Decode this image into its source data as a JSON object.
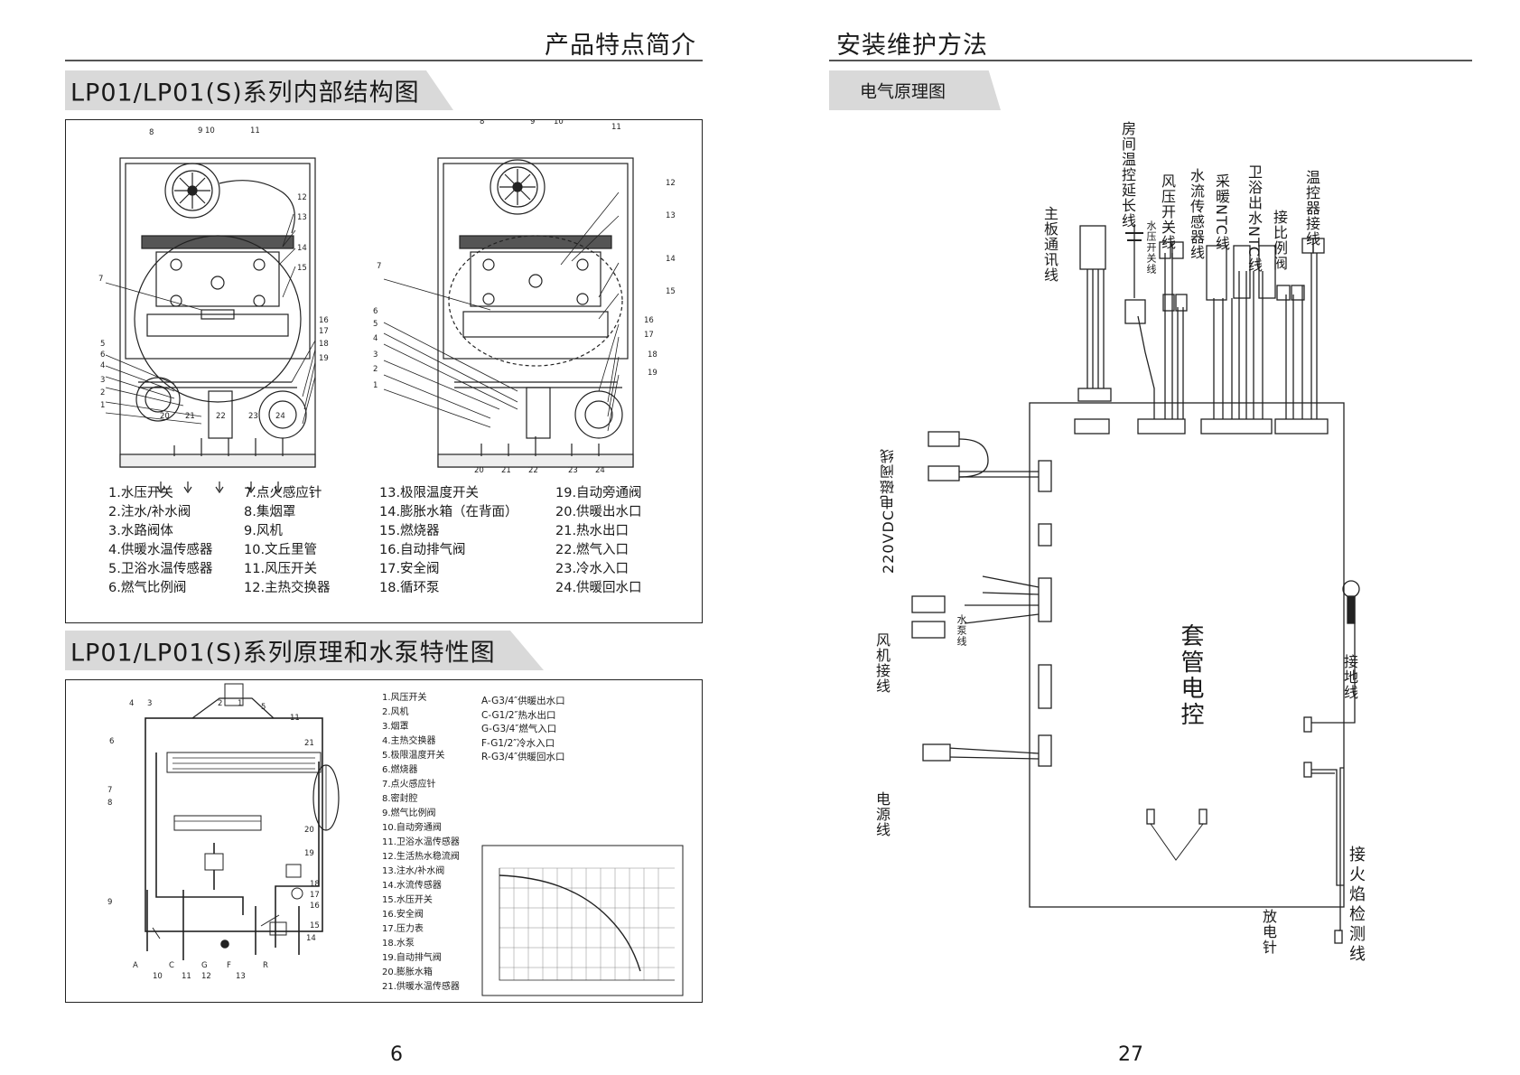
{
  "left_page": {
    "header": "产品特点简介",
    "section1_title": "LP01/LP01(S)系列内部结构图",
    "section2_title": "LP01/LP01(S)系列原理和水泵特性图",
    "structure_legend": [
      "1.水压开关",
      "7.点火感应针",
      "13.极限温度开关",
      "19.自动旁通阀",
      "2.注水/补水阀",
      "8.集烟罩",
      "14.膨胀水箱（在背面）",
      "20.供暖出水口",
      "3.水路阀体",
      "9.风机",
      "15.燃烧器",
      "21.热水出口",
      "4.供暖水温传感器",
      "10.文丘里管",
      "16.自动排气阀",
      "22.燃气入口",
      "5.卫浴水温传感器",
      "11.风压开关",
      "17.安全阀",
      "23.冷水入口",
      "6.燃气比例阀",
      "12.主热交换器",
      "18.循环泵",
      "24.供暖回水口"
    ],
    "principle_parts": [
      "1.风压开关",
      "2.风机",
      "3.烟罩",
      "4.主热交换器",
      "5.极限温度开关",
      "6.燃烧器",
      "7.点火感应针",
      "8.密封腔",
      "9.燃气比例阀",
      "10.自动旁通阀",
      "11.卫浴水温传感器",
      "12.生活热水稳流阀",
      "13.注水/补水阀",
      "14.水流传感器",
      "15.水压开关",
      "16.安全阀",
      "17.压力表",
      "18.水泵",
      "19.自动排气阀",
      "20.膨胀水箱",
      "21.供暖水温传感器"
    ],
    "ports": [
      "A-G3/4″供暖出水口",
      "C-G1/2″热水出口",
      "G-G3/4″燃气入口",
      "F-G1/2″冷水入口",
      "R-G3/4″供暖回水口"
    ],
    "diagram1_callouts_left": [
      "1",
      "2",
      "3",
      "4",
      "5",
      "6",
      "7",
      "8",
      "9",
      "10",
      "11",
      "12",
      "13",
      "14",
      "15",
      "16",
      "17",
      "18",
      "19"
    ],
    "diagram1_bottom_ports": [
      "20",
      "21",
      "22",
      "23",
      "24"
    ],
    "principle_letters": [
      "A",
      "C",
      "G",
      "F",
      "R"
    ],
    "principle_num_labels": [
      "1",
      "2",
      "3",
      "4",
      "5",
      "6",
      "7",
      "8",
      "9",
      "10",
      "11",
      "12",
      "13",
      "14",
      "15",
      "16",
      "17",
      "18",
      "19",
      "20",
      "21"
    ],
    "page_number": "6"
  },
  "right_page": {
    "header": "安装维护方法",
    "section_title": "电气原理图",
    "board_label": "套管电控",
    "top_wires": [
      "主板通讯线",
      "房间温控延长线",
      "水压开关线",
      "风压开关线",
      "水流传感器线",
      "采暖NTC线",
      "卫浴出水NTC线",
      "接比例阀",
      "温控器接线"
    ],
    "left_wires": [
      "220VDC电磁阀线",
      "水泵线",
      "风机接线",
      "电源线"
    ],
    "right_wires": [
      "接地线",
      "接火焰检测线"
    ],
    "bottom_wire": "放电针",
    "page_number": "27"
  },
  "colors": {
    "ribbon": "#d9d9d9",
    "line": "#222222"
  }
}
